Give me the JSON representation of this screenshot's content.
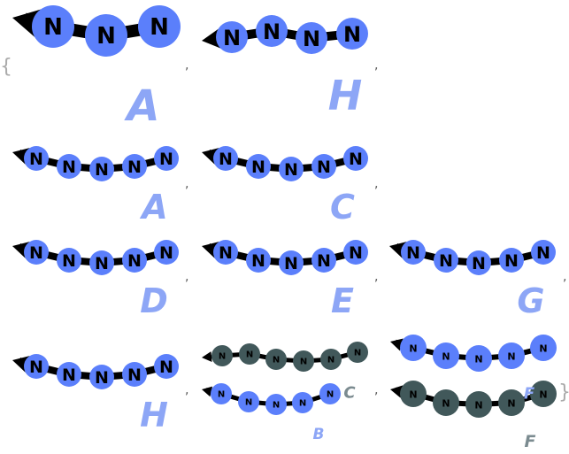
{
  "list": {
    "open_brace": "{",
    "close_brace": "}",
    "separator": ","
  },
  "colors": {
    "atom_blue": "#5b7ffb",
    "atom_dark": "#41585a",
    "label_blue": "#8da6f6",
    "label_gray": "#7b8b90",
    "bond": "#000000"
  },
  "items": [
    {
      "label": "A",
      "chains": [
        {
          "atoms": [
            "N",
            "N",
            "N"
          ],
          "color": "atom_blue"
        }
      ]
    },
    {
      "label": "H",
      "chains": [
        {
          "atoms": [
            "N",
            "N",
            "N",
            "N"
          ],
          "color": "atom_blue"
        }
      ]
    },
    {
      "label": "A",
      "chains": [
        {
          "atoms": [
            "N",
            "N",
            "N",
            "N",
            "N"
          ],
          "color": "atom_blue"
        }
      ]
    },
    {
      "label": "C",
      "chains": [
        {
          "atoms": [
            "N",
            "N",
            "N",
            "N",
            "N"
          ],
          "color": "atom_blue"
        }
      ]
    },
    {
      "label": "D",
      "chains": [
        {
          "atoms": [
            "N",
            "N",
            "N",
            "N",
            "N"
          ],
          "color": "atom_blue"
        }
      ]
    },
    {
      "label": "E",
      "chains": [
        {
          "atoms": [
            "N",
            "N",
            "N",
            "N",
            "N"
          ],
          "color": "atom_blue"
        }
      ]
    },
    {
      "label": "G",
      "chains": [
        {
          "atoms": [
            "N",
            "N",
            "N",
            "N",
            "N"
          ],
          "color": "atom_blue"
        }
      ]
    },
    {
      "label": "H",
      "chains": [
        {
          "atoms": [
            "N",
            "N",
            "N",
            "N",
            "N"
          ],
          "color": "atom_blue"
        }
      ]
    },
    {
      "label": "B",
      "inner_label": "C",
      "chains": [
        {
          "atoms": [
            "N",
            "N",
            "N",
            "N",
            "N",
            "N"
          ],
          "color": "atom_dark"
        },
        {
          "atoms": [
            "N",
            "N",
            "N",
            "N",
            "N"
          ],
          "color": "atom_blue"
        }
      ]
    },
    {
      "label": "F",
      "inner_label": "F",
      "chains": [
        {
          "atoms": [
            "N",
            "N",
            "N",
            "N",
            "N"
          ],
          "color": "atom_blue"
        },
        {
          "atoms": [
            "N",
            "N",
            "N",
            "N",
            "N"
          ],
          "color": "atom_dark"
        }
      ]
    }
  ]
}
